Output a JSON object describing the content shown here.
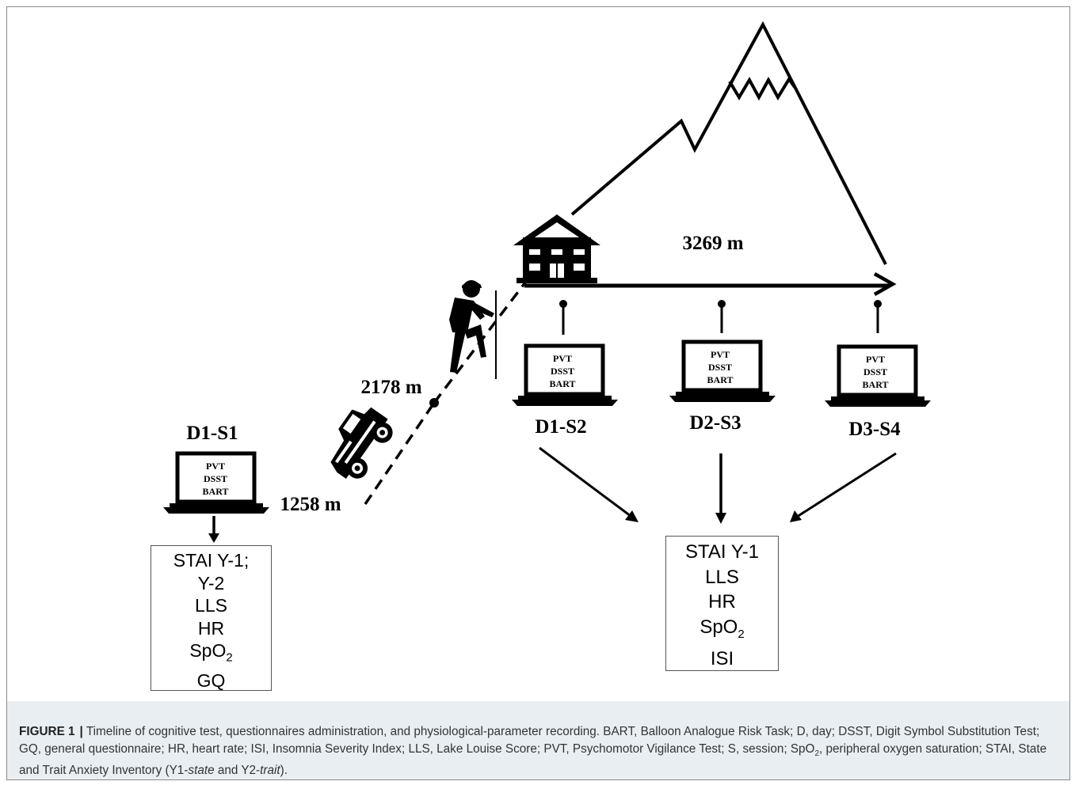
{
  "altitudes": {
    "start": "1258 m",
    "mid": "2178 m",
    "summit": "3269 m"
  },
  "sessions": [
    {
      "id": "D1-S1",
      "tests": [
        "PVT",
        "DSST",
        "BART"
      ]
    },
    {
      "id": "D1-S2",
      "tests": [
        "PVT",
        "DSST",
        "BART"
      ]
    },
    {
      "id": "D2-S3",
      "tests": [
        "PVT",
        "DSST",
        "BART"
      ]
    },
    {
      "id": "D3-S4",
      "tests": [
        "PVT",
        "DSST",
        "BART"
      ]
    }
  ],
  "left_box": {
    "lines": [
      "STAI Y-1;",
      "Y-2",
      "LLS",
      "HR",
      "SpO",
      "GQ"
    ],
    "subscript": "2"
  },
  "right_box": {
    "lines": [
      "STAI Y-1",
      "LLS",
      "HR",
      "SpO",
      "ISI"
    ],
    "subscript": "2"
  },
  "caption": {
    "label": "FIGURE 1",
    "separator": "|",
    "text_1": "Timeline of cognitive test, questionnaires administration, and physiological-parameter recording. BART, Balloon Analogue Risk Task; D, day; DSST, Digit Symbol Substitution Test; GQ, general questionnaire; HR, heart rate; ISI, Insomnia Severity Index; LLS, Lake Louise Score; PVT, Psychomotor Vigilance Test; S, session; SpO",
    "sub": "2",
    "text_2": ", peripheral oxygen saturation; STAI, State and Trait Anxiety Inventory (Y1-",
    "italic_1": "state",
    "text_3": " and Y2-",
    "italic_2": "trait",
    "text_4": ")."
  }
}
